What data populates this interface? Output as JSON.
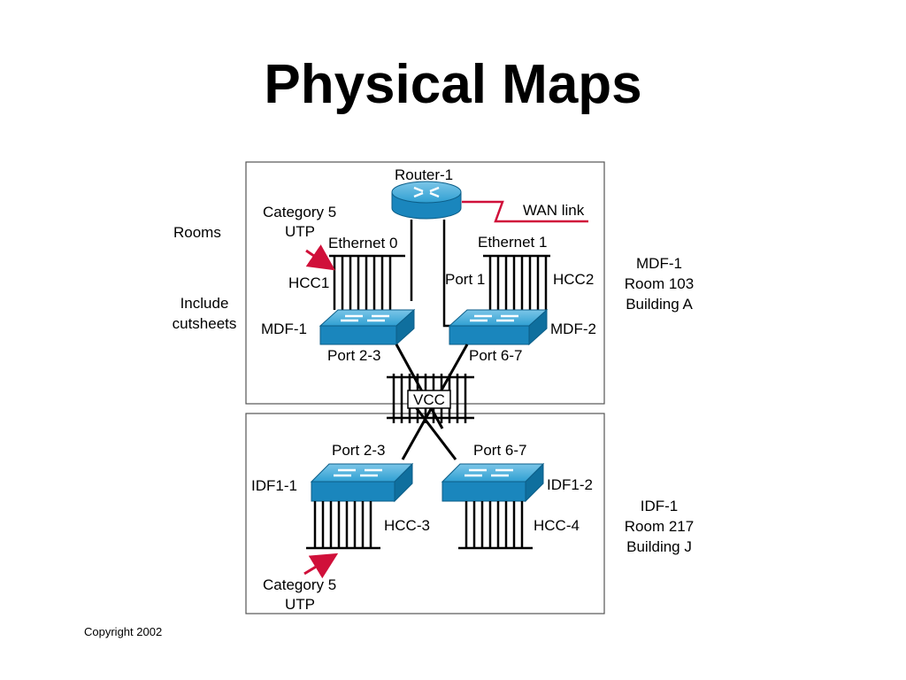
{
  "title": "Physical Maps",
  "side_labels": {
    "rooms": "Rooms",
    "include_cutsheets": [
      "Include",
      "cutsheets"
    ],
    "mdf_location": [
      "MDF-1",
      "Room 103",
      "Building A"
    ],
    "idf_location": [
      "IDF-1",
      "Room 217",
      "Building J"
    ]
  },
  "diagram": {
    "router": "Router-1",
    "wan_link": "WAN link",
    "cat5_top": [
      "Category 5",
      "UTP"
    ],
    "cat5_bottom": [
      "Category 5",
      "UTP"
    ],
    "ethernet0": "Ethernet 0",
    "ethernet1": "Ethernet 1",
    "hcc1": "HCC1",
    "hcc2": "HCC2",
    "port1": "Port 1",
    "mdf1": "MDF-1",
    "mdf2": "MDF-2",
    "mdf1_port": "Port 2-3",
    "mdf2_port": "Port 6-7",
    "vcc": "VCC",
    "idf1_port": "Port 2-3",
    "idf2_port": "Port 6-7",
    "idf1": "IDF1-1",
    "idf2": "IDF1-2",
    "hcc3": "HCC-3",
    "hcc4": "HCC-4"
  },
  "colors": {
    "device_blue": "#1e8fc6",
    "arrow_red": "#d0103a"
  },
  "copyright": "Copyright 2002"
}
